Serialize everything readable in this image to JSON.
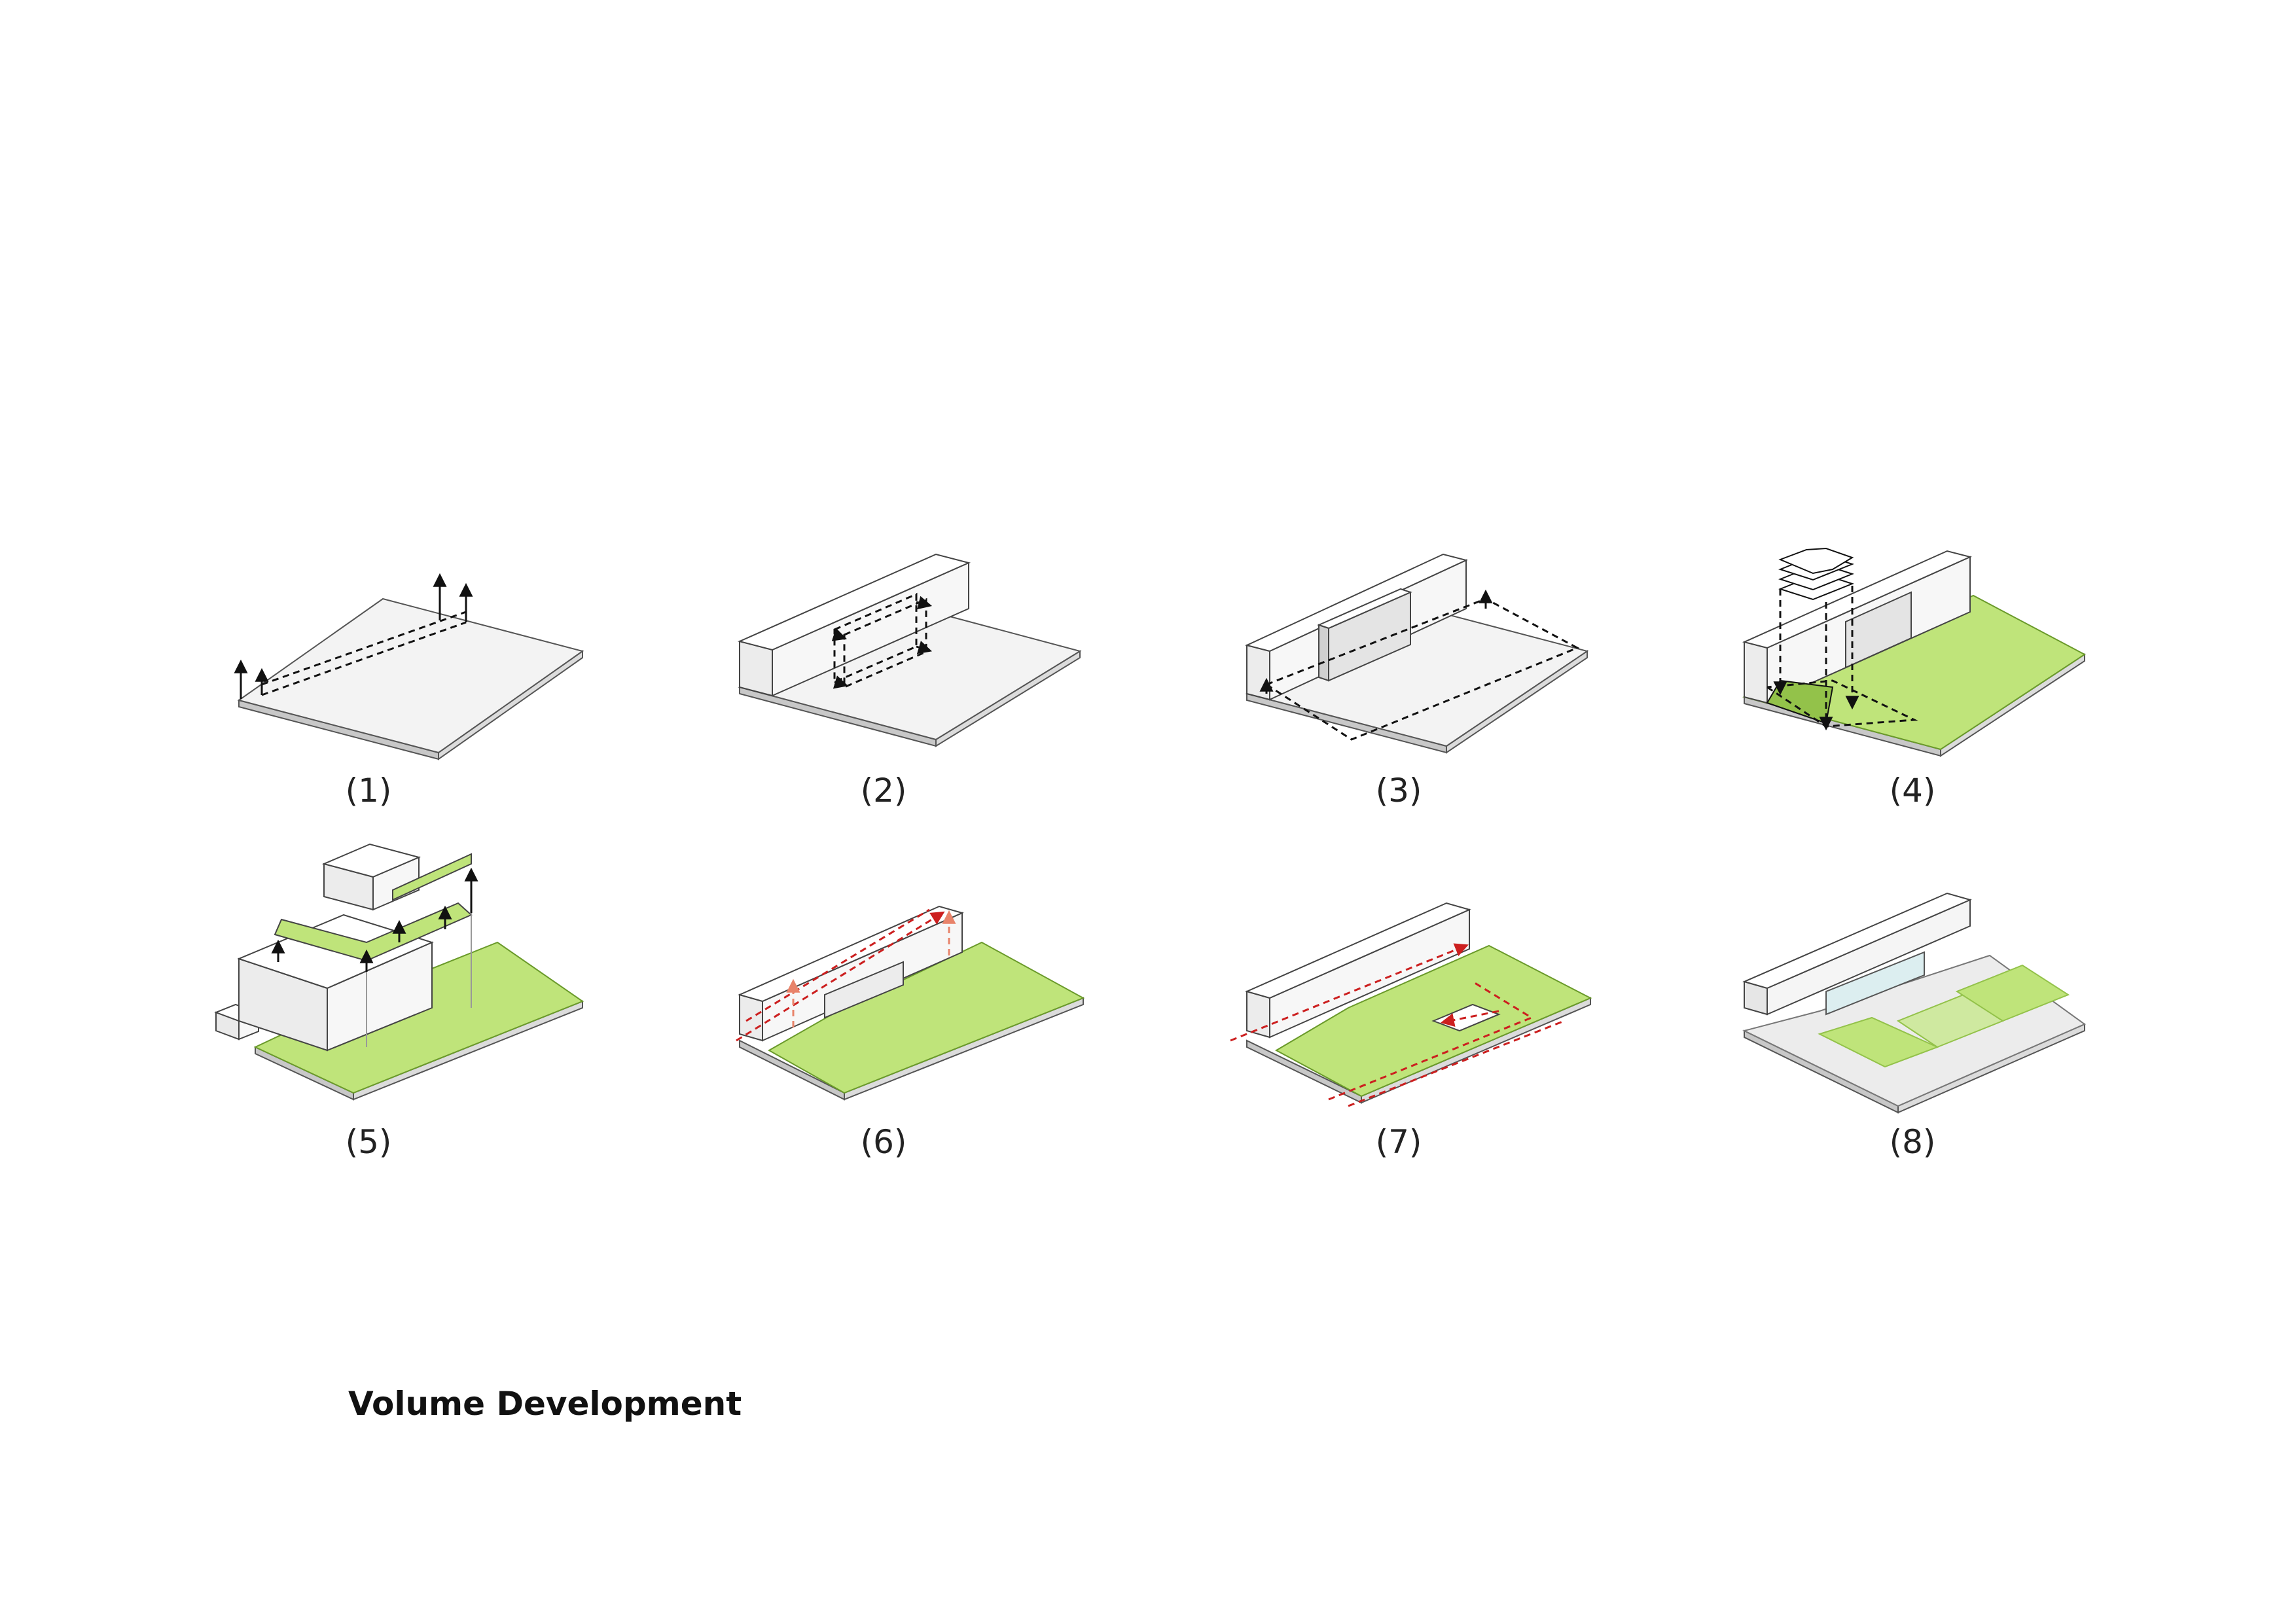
{
  "title": "Volume Development",
  "steps": [
    {
      "label": "(1)"
    },
    {
      "label": "(2)"
    },
    {
      "label": "(3)"
    },
    {
      "label": "(4)"
    },
    {
      "label": "(5)"
    },
    {
      "label": "(6)"
    },
    {
      "label": "(7)"
    },
    {
      "label": "(8)"
    }
  ],
  "colors": {
    "slab_top": "#f2f2f2",
    "slab_side": "#c8c8c8",
    "green": "#bfe47a",
    "green_dark": "#93c24a",
    "arrow_red": "#cc1f1f",
    "arrow_orange": "#e8836a",
    "line": "#333333"
  }
}
